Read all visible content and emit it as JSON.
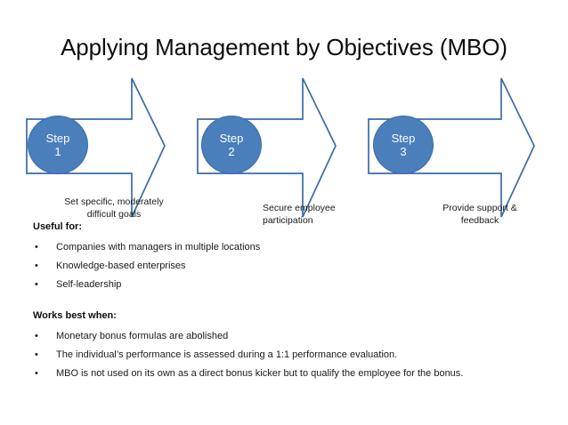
{
  "slide": {
    "title": "Applying Management by Objectives (MBO)"
  },
  "colors": {
    "circle_fill": "#4a7fbb",
    "arrow_stroke": "#3a6ba5",
    "arrow_fill": "#ffffff",
    "text": "#1a1a1a",
    "background": "#ffffff"
  },
  "process": {
    "steps": [
      {
        "circle_label": "Step",
        "circle_number": "1",
        "caption": "Set specific, moderately difficult goals"
      },
      {
        "circle_label": "Step",
        "circle_number": "2",
        "caption": "Secure employee participation"
      },
      {
        "circle_label": "Step",
        "circle_number": "3",
        "caption": "Provide support & feedback"
      }
    ]
  },
  "notes": {
    "useful_for": {
      "heading": "Useful for:",
      "items": [
        "Companies with managers in multiple locations",
        "Knowledge-based enterprises",
        "Self-leadership"
      ]
    },
    "works_best_when": {
      "heading": "Works best when:",
      "items": [
        "Monetary bonus formulas are abolished",
        "The individual’s performance is assessed during a 1:1 performance evaluation.",
        "MBO is not used on its own as a direct bonus kicker but to qualify the employee for the bonus."
      ]
    },
    "bullet_glyph": "•"
  }
}
